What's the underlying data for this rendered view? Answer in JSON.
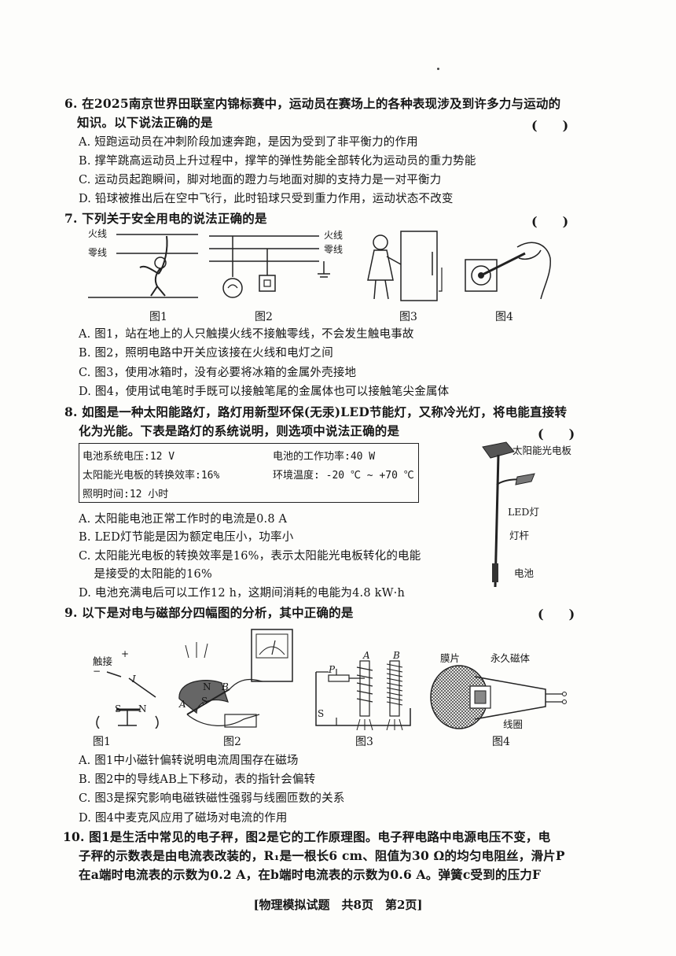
{
  "q6": {
    "stem1": "6. 在2025南京世界田联室内锦标赛中，运动员在赛场上的各种表现涉及到许多力与运动的",
    "stem2": "知识。以下说法正确的是",
    "bracket": "(　　)",
    "options": [
      "A. 短跑运动员在冲刺阶段加速奔跑，是因为受到了非平衡力的作用",
      "B. 撑竿跳高运动员上升过程中，撑竿的弹性势能全部转化为运动员的重力势能",
      "C. 运动员起跑瞬间，脚对地面的蹬力与地面对脚的支持力是一对平衡力",
      "D. 铅球被推出后在空中飞行，此时铅球只受到重力作用，运动状态不改变"
    ]
  },
  "q7": {
    "stem": "7. 下列关于安全用电的说法正确的是",
    "bracket": "(　　)",
    "fig1": {
      "live": "火线",
      "neutral": "零线",
      "caption": "图1"
    },
    "fig2": {
      "live": "火线",
      "neutral": "零线",
      "caption": "图2"
    },
    "fig3": {
      "caption": "图3"
    },
    "fig4": {
      "caption": "图4"
    },
    "options": [
      "A. 图1，站在地上的人只触摸火线不接触零线，不会发生触电事故",
      "B. 图2，照明电路中开关应该接在火线和电灯之间",
      "C. 图3，使用冰箱时，没有必要将冰箱的金属外壳接地",
      "D. 图4，使用试电笔时手既可以接触笔尾的金属体也可以接触笔尖金属体"
    ]
  },
  "q8": {
    "stem1": "8. 如图是一种太阳能路灯，路灯用新型环保(无汞)LED节能灯，又称冷光灯，将电能直接转",
    "stem2": "化为光能。下表是路灯的系统说明，则选项中说法正确的是",
    "bracket": "(　　)",
    "table": {
      "r1c1": "电池系统电压:12 V",
      "r1c2": "电池的工作功率:40 W",
      "r2c1": "太阳能光电板的转换效率:16%",
      "r2c2": "环境温度: -20 ℃ ~ +70 ℃",
      "r3c1": "照明时间:12 小时"
    },
    "figure": {
      "panel": "太阳能光电板",
      "led": "LED灯",
      "pole": "灯杆",
      "battery": "电池"
    },
    "options": [
      "A. 太阳能电池正常工作时的电流是0.8 A",
      "B. LED灯节能是因为额定电压小，功率小",
      "C. 太阳能光电板的转换效率是16%，表示太阳能光电板转化的电能",
      "　 是接受的太阳能的16%",
      "D. 电池充满电后可以工作12 h，这期间消耗的电能为4.8 kW·h"
    ]
  },
  "q9": {
    "stem": "9. 以下是对电与磁部分四幅图的分析，其中正确的是",
    "bracket": "(　　)",
    "fig1": {
      "touch": "触接",
      "plus": "+",
      "minus": "−",
      "current": "I",
      "s": "S",
      "n": "N",
      "caption": "图1"
    },
    "fig2": {
      "n": "N",
      "s": "S",
      "a": "A",
      "b": "B",
      "caption": "图2"
    },
    "fig3": {
      "p": "P",
      "a": "A",
      "b": "B",
      "s": "S",
      "caption": "图3"
    },
    "fig4": {
      "diaphragm": "膜片",
      "magnet": "永久磁体",
      "coil": "线圈",
      "caption": "图4"
    },
    "options": [
      "A. 图1中小磁针偏转说明电流周围存在磁场",
      "B. 图2中的导线AB上下移动，表的指针会偏转",
      "C. 图3是探究影响电磁铁磁性强弱与线圈匝数的关系",
      "D. 图4中麦克风应用了磁场对电流的作用"
    ]
  },
  "q10": {
    "line1": "10. 图1是生活中常见的电子秤，图2是它的工作原理图。电子秤电路中电源电压不变，电",
    "line2": "子秤的示数表是由电流表改装的，R₁是一根长6 cm、阻值为30 Ω的均匀电阻丝，滑片P",
    "line3": "在a端时电流表的示数为0.2 A，在b端时电流表的示数为0.6 A。弹簧c受到的压力F"
  },
  "footer": "[物理模拟试题　共8页　第2页]"
}
